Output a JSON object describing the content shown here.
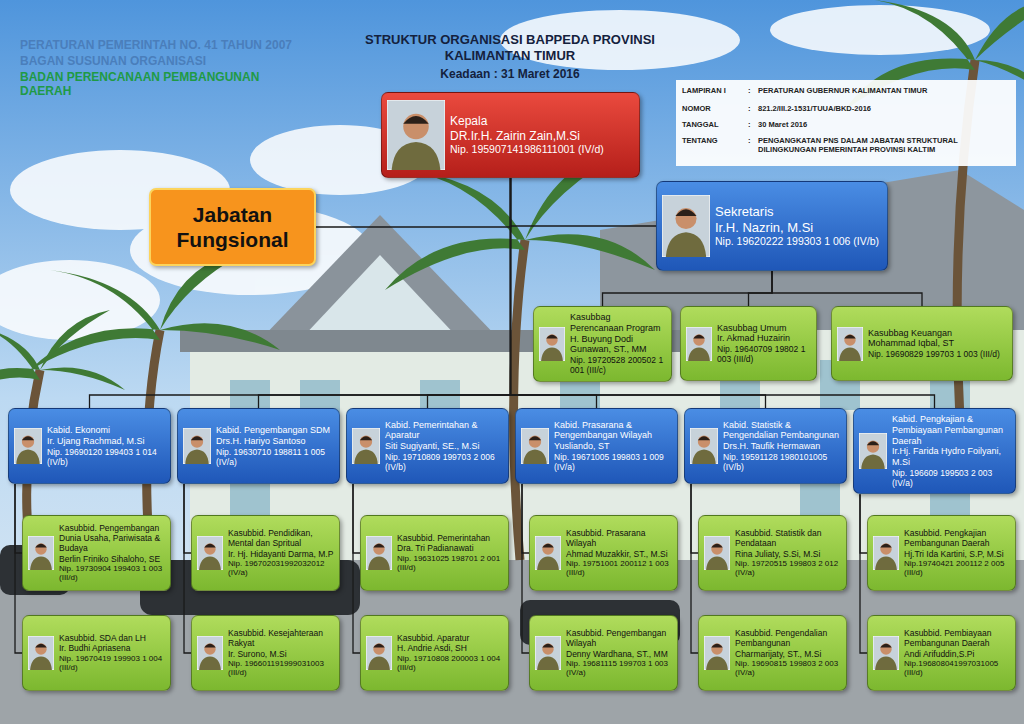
{
  "diagram": {
    "title": "STRUKTUR ORGANISASI BAPPEDA PROVINSI KALIMANTAN TIMUR",
    "nodes": [
      {
        "text": [
          "Kepala",
          "DR.Ir.H. Zairin Zain,M.Si",
          "Nip. 195907141986111001 (IV/d)"
        ]
      },
      {
        "text": [
          "Jabatan Fungsional"
        ]
      },
      {
        "text": [
          "Sekretaris",
          "Ir.H. Nazrin, M.Si",
          "Nip. 19620222 199303 1 006 (IV/b)"
        ]
      },
      {
        "text": [
          "Kasubbag Perencanaan Program",
          "H. Buyung Dodi Gunawan, ST., MM",
          "Nip. 19720528 200502 1 001 (III/c)"
        ]
      },
      {
        "text": [
          "Kasubbag Umum",
          "Ir. Akmad Huzairin",
          "Nip. 19640709 19802 1 003 (III/d)"
        ]
      },
      {
        "text": [
          "Kasubbag Keuangan",
          "Mohammad Iqbal, ST",
          "Nip. 19690829 199703 1 003 (III/d)"
        ]
      },
      {
        "text": [
          "Kabid. Ekonomi",
          "Ir. Ujang Rachmad, M.Si",
          "Nip. 19690120 199403 1 014 (IV/b)"
        ]
      },
      {
        "text": [
          "Kabid. Pengembangan SDM",
          "Drs.H. Hariyo Santoso",
          "Nip. 19630710 198811 1 005 (IV/a)"
        ]
      },
      {
        "text": [
          "Kabid. Pemerintahan & Aparatur",
          "Siti Sugiyanti, SE., M.Si",
          "Nip. 19710809 199703 2 006 (IV/b)"
        ]
      },
      {
        "text": [
          "Kabid. Prasarana & Pengembangan Wilayah",
          "Yusliando, ST",
          "Nip. 19671005 199803 1 009 (IV/a)"
        ]
      },
      {
        "text": [
          "Kabid. Statistik & Pengendalian Pembangunan",
          "Drs.H. Taufik Hermawan",
          "Nip. 19591128 1980101005 (IV/b)"
        ]
      },
      {
        "text": [
          "Kabid. Pengkajian & Pembiayaan Pembangunan Daerah",
          "Ir.Hj. Farida Hydro Foilyani, M.Si",
          "Nip. 196609 199503 2 003 (IV/a)"
        ]
      },
      {
        "text": [
          "Kasubbid. Pengembangan Dunia Usaha, Pariwisata & Budaya",
          "Berlin Friniko Sihaloho, SE",
          "Nip. 19730904 199403 1 003 (III/d)"
        ]
      },
      {
        "text": [
          "Kasubbid. SDA dan LH",
          "Ir. Budhi Apriasena",
          "Nip. 19670419 199903 1 004 (III/d)"
        ]
      },
      {
        "text": [
          "Kasubbid. Pendidikan, Mental dan Spritual",
          "Ir. Hj. Hidayanti Darma, M.P",
          "Nip. 196702031992032012 (IV/a)"
        ]
      },
      {
        "text": [
          "Kasubbid. Kesejahteraan Rakyat",
          "Ir. Surono, M.Si",
          "Nip. 196601191999031003 (III/d)"
        ]
      },
      {
        "text": [
          "Kasubbid. Pemerintahan",
          "Dra. Tri Padianawati",
          "Nip. 19631025 198701 2 001 (III/d)"
        ]
      },
      {
        "text": [
          "Kasubbid. Aparatur",
          "H. Andrie Asdi, SH",
          "Nip. 19710808 200003 1 004 (III/d)"
        ]
      },
      {
        "text": [
          "Kasubbid. Prasarana Wilayah",
          "Ahmad Muzakkir, ST., M.Si",
          "Nip. 19751001 200112 1 003 (III/d)"
        ]
      },
      {
        "text": [
          "Kasubbid. Pengembangan Wilayah",
          "Denny Wardhana, ST., MM",
          "Nip. 19681115 199703 1 003 (IV/a)"
        ]
      },
      {
        "text": [
          "Kasubbid. Statistik dan Pendataan",
          "Rina Juliaty, S.Si, M.Si",
          "Nip. 19720515 199803 2 012 (IV/a)"
        ]
      },
      {
        "text": [
          "Kasubbid. Pengendalian Pembangunan",
          "Charmarijaty, ST., M.Si",
          "Nip. 19690815 199803 2 003 (IV/a)"
        ]
      },
      {
        "text": [
          "Kasubbid. Pengkajian Pembangunan Daerah",
          "Hj.Tri Ida Kartini, S.P, M.Si",
          "Nip.19740421 200112 2 005 (III/d)"
        ]
      },
      {
        "text": [
          "Kasubbid. Pembiayaan Pembangunan Daerah",
          "Andi Arifuddin,S.Pi",
          "Nip.196808041997031005 (III/d)"
        ]
      }
    ],
    "edges": [
      {
        "from": 0,
        "to": 1,
        "arrow": "none"
      },
      {
        "from": 0,
        "to": 2,
        "arrow": "none"
      },
      {
        "from": 2,
        "to": 3,
        "arrow": "none"
      },
      {
        "from": 2,
        "to": 4,
        "arrow": "none"
      },
      {
        "from": 2,
        "to": 5,
        "arrow": "none"
      },
      {
        "from": 0,
        "to": 6,
        "arrow": "none"
      },
      {
        "from": 0,
        "to": 7,
        "arrow": "none"
      },
      {
        "from": 0,
        "to": 8,
        "arrow": "none"
      },
      {
        "from": 0,
        "to": 9,
        "arrow": "none"
      },
      {
        "from": 0,
        "to": 10,
        "arrow": "none"
      },
      {
        "from": 0,
        "to": 11,
        "arrow": "none"
      },
      {
        "from": 6,
        "to": 12,
        "arrow": "none"
      },
      {
        "from": 6,
        "to": 13,
        "arrow": "none"
      },
      {
        "from": 7,
        "to": 14,
        "arrow": "none"
      },
      {
        "from": 7,
        "to": 15,
        "arrow": "none"
      },
      {
        "from": 8,
        "to": 16,
        "arrow": "none"
      },
      {
        "from": 8,
        "to": 17,
        "arrow": "none"
      },
      {
        "from": 9,
        "to": 18,
        "arrow": "none"
      },
      {
        "from": 9,
        "to": 19,
        "arrow": "none"
      },
      {
        "from": 10,
        "to": 20,
        "arrow": "none"
      },
      {
        "from": 10,
        "to": 21,
        "arrow": "none"
      },
      {
        "from": 11,
        "to": 22,
        "arrow": "none"
      },
      {
        "from": 11,
        "to": 23,
        "arrow": "none"
      }
    ],
    "labels": [
      "PERATURAN PEMERINTAH NO. 41 TAHUN 2007",
      "BAGAN SUSUNAN ORGANISASI",
      "BADAN PERENCANAAN PEMBANGUNAN DAERAH",
      "Keadaan : 31 Maret 2016",
      "LAMPIRAN I",
      ":",
      "PERATURAN GUBERNUR KALIMANTAN TIMUR",
      "NOMOR",
      ":",
      "821.2/III.2-1531/TUUA/BKD-2016",
      "TANGGAL",
      ":",
      "30 Maret 2016",
      "TENTANG",
      ":",
      "PENGANGKATAN PNS DALAM JABATAN STRUKTURAL DILINGKUNGAN PEMERINTAH PROVINSI KALTIM"
    ]
  }
}
